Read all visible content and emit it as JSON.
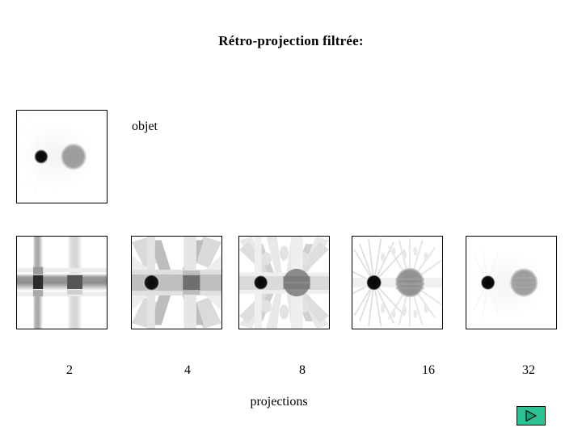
{
  "page": {
    "title": "Rétro-projection filtrée:",
    "background_color": "#ffffff"
  },
  "object": {
    "label": "objet",
    "panel_name": "object-image"
  },
  "axis": {
    "caption": "projections"
  },
  "reconstructions": [
    {
      "projections": "2",
      "alt": "filtered backprojection with 2 projections"
    },
    {
      "projections": "4",
      "alt": "filtered backprojection with 4 projections"
    },
    {
      "projections": "8",
      "alt": "filtered backprojection with 8 projections"
    },
    {
      "projections": "16",
      "alt": "filtered backprojection with 16 projections"
    },
    {
      "projections": "32",
      "alt": "filtered backprojection with 32 projections"
    }
  ],
  "controls": {
    "play": {
      "icon": "play-triangle-icon",
      "label": "",
      "fill_color": "#2ec193",
      "triangle_color": "#14a07a",
      "border_color": "#000000"
    }
  },
  "phantom": {
    "small_disk": {
      "cx_pct": 27,
      "cy_pct": 50,
      "r_pct": 8,
      "color": "#0d0d0d"
    },
    "large_disk": {
      "cx_pct": 63,
      "cy_pct": 50,
      "r_pct": 15,
      "color": "#9d9d9d"
    }
  },
  "chart_data": {
    "type": "image-series",
    "title": "Rétro-projection filtrée:",
    "xlabel": "projections",
    "categories": [
      "2",
      "4",
      "8",
      "16",
      "32"
    ],
    "reference": "objet",
    "description": "Filtered backprojection tomographic reconstruction of a two-disk phantom shown for increasing numbers of projection angles; streak artifacts diminish as the projection count increases.",
    "artifact_streaks": [
      2,
      4,
      8,
      16,
      32
    ]
  }
}
